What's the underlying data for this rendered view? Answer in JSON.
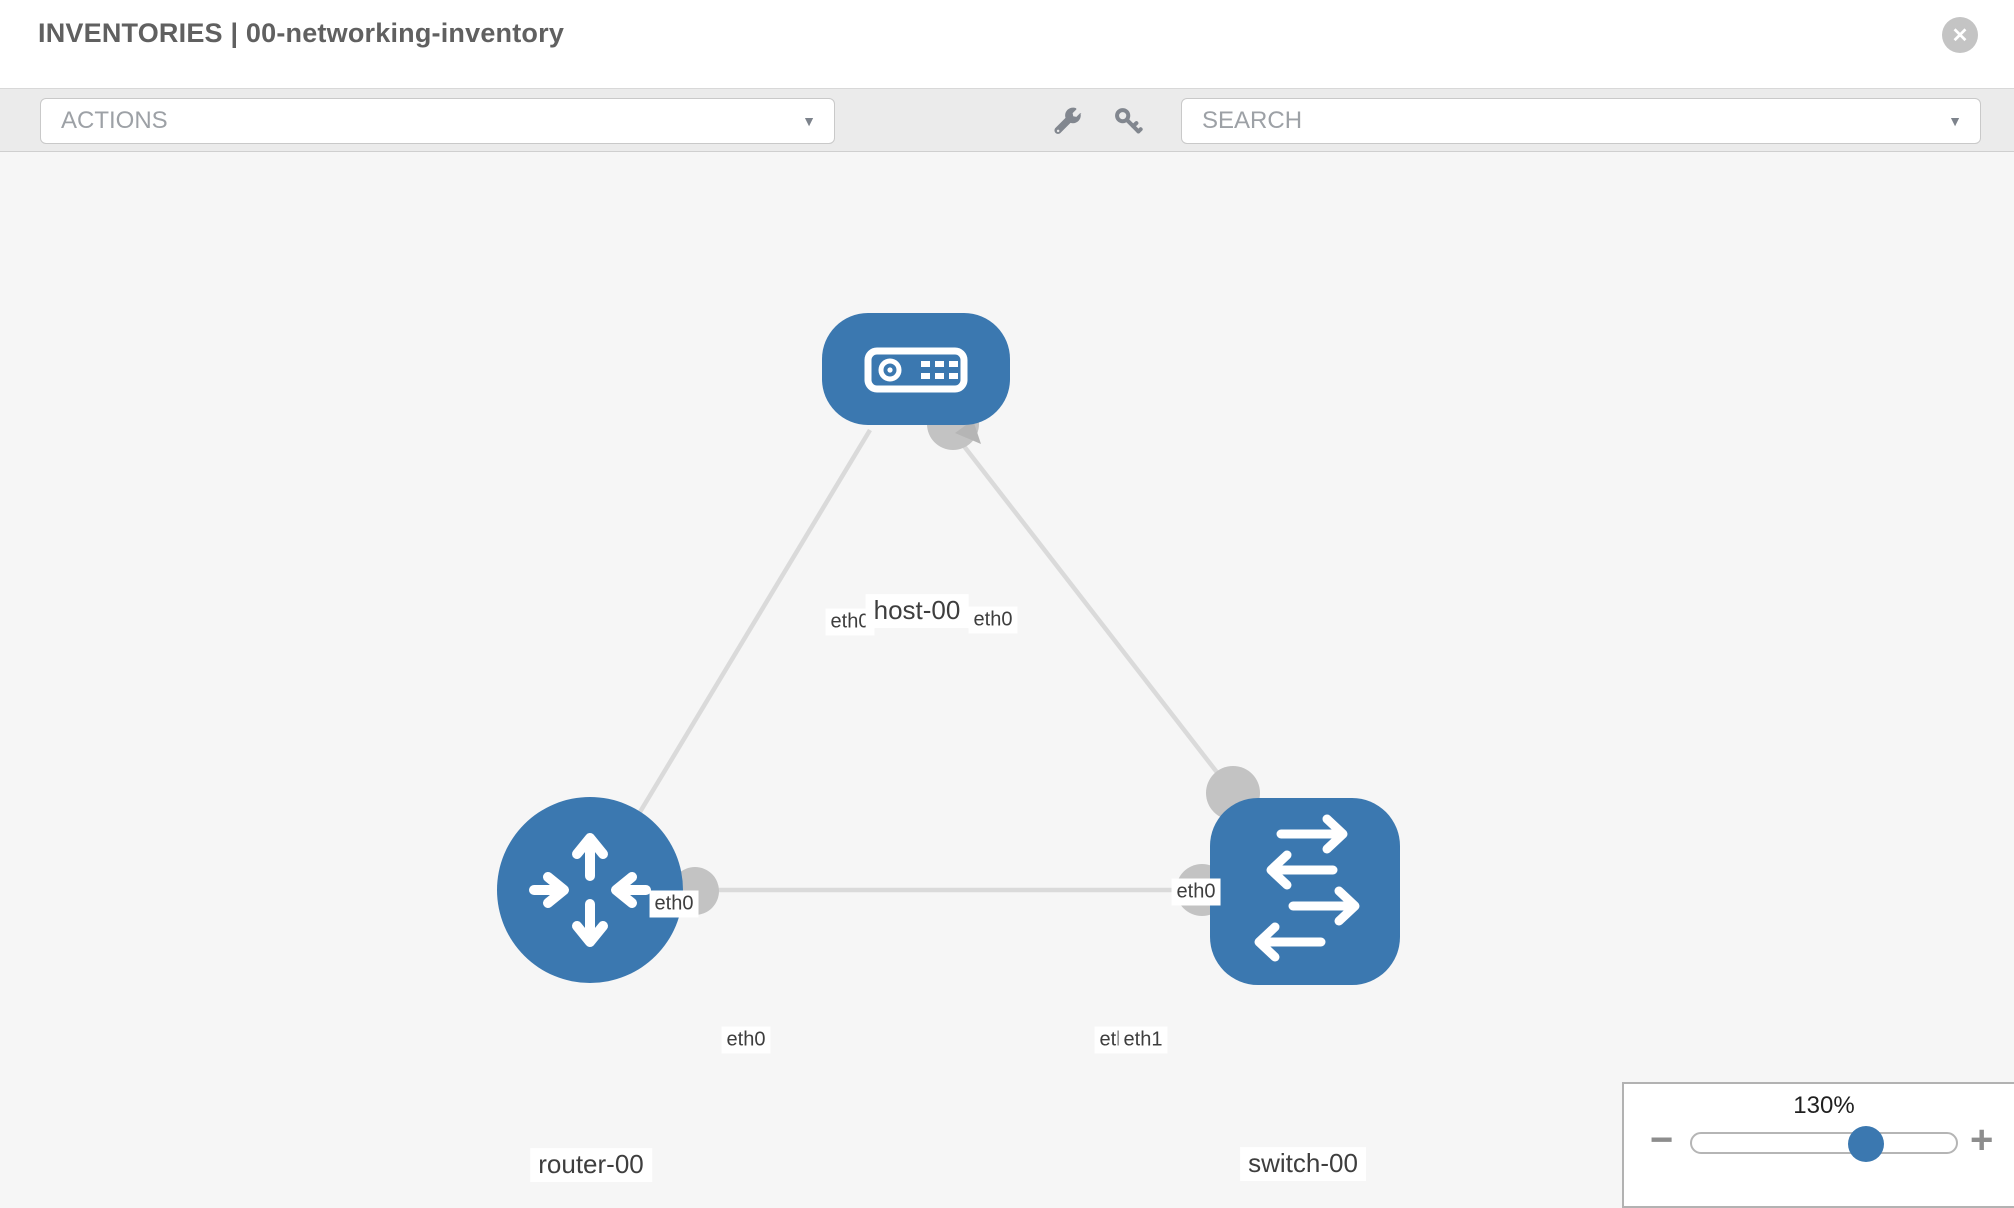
{
  "header": {
    "title": "INVENTORIES | 00-networking-inventory",
    "close_glyph": "✕"
  },
  "toolbar": {
    "actions_placeholder": "ACTIONS",
    "search_placeholder": "SEARCH",
    "caret_glyph": "▼"
  },
  "topology": {
    "nodes": [
      {
        "id": "host-00",
        "type": "host",
        "label": "host-00"
      },
      {
        "id": "router-00",
        "type": "router",
        "label": "router-00"
      },
      {
        "id": "switch-00",
        "type": "switch",
        "label": "switch-00"
      }
    ],
    "links": [
      {
        "from": "host-00",
        "to": "router-00",
        "from_if": "eth0",
        "to_if": "eth0"
      },
      {
        "from": "host-00",
        "to": "switch-00",
        "from_if": "eth0",
        "to_if": "eth0"
      },
      {
        "from": "router-00",
        "to": "switch-00",
        "from_if": "eth0",
        "to_if": "eth1"
      }
    ],
    "interface_labels": [
      "eth0",
      "eth0",
      "eth0",
      "eth0",
      "eth0",
      "eth0",
      "eth1"
    ]
  },
  "zoom_control": {
    "level": "130%",
    "minus_glyph": "−",
    "plus_glyph": "+"
  },
  "colors": {
    "node_blue": "#3b78b0",
    "port_gray": "#c3c3c3",
    "edge_gray": "#dadada",
    "toolbar_gray": "#ebebeb",
    "canvas_gray": "#f6f6f6"
  }
}
